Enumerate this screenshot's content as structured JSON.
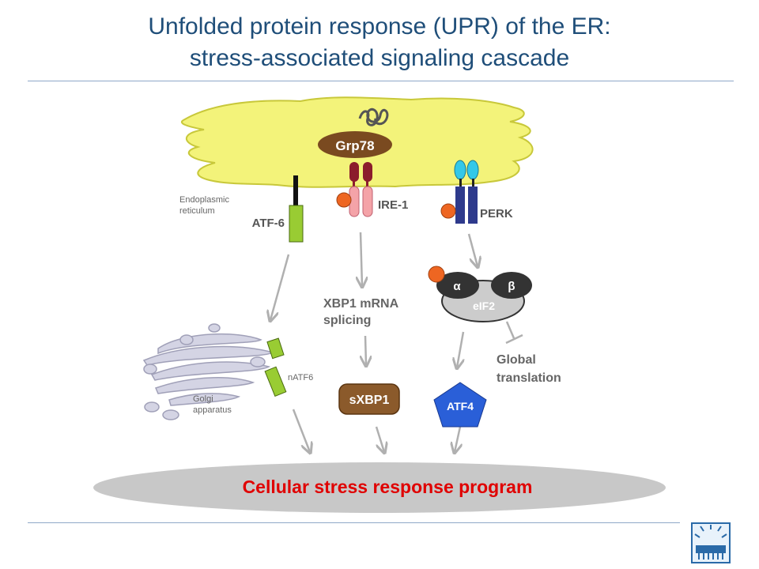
{
  "title": {
    "line1": "Unfolded protein response (UPR) of the ER:",
    "line2": "stress-associated signaling cascade"
  },
  "colors": {
    "title": "#1f4e79",
    "er_fill": "#f3f37a",
    "er_stroke": "#c8c83a",
    "atf6": "#99cc33",
    "ire1_body": "#f4a3a8",
    "ire1_head": "#8b1c2c",
    "perk_body": "#2e3a8c",
    "perk_head": "#33c8e8",
    "phospho": "#ee6622",
    "grp78": "#7a4a20",
    "sxbp1": "#8b5a2b",
    "atf4": "#2a5fd8",
    "eif2_sub": "#333333",
    "eif2_base": "#cccccc",
    "golgi": "#c8c8dc",
    "arrow": "#b0b0b0",
    "stress_oval": "#c8c8c8",
    "stress_text": "#e00000"
  },
  "labels": {
    "grp78": "Grp78",
    "er": "Endoplasmic reticulum",
    "atf6": "ATF-6",
    "ire1": "IRE-1",
    "perk": "PERK",
    "alpha": "α",
    "beta": "β",
    "eif2": "eIF2",
    "xbp1_line1": "XBP1 mRNA",
    "xbp1_line2": "splicing",
    "global_line1": "Global",
    "global_line2": "translation",
    "natf6": "nATF6",
    "golgi_line1": "Golgi",
    "golgi_line2": "apparatus",
    "sxbp1": "sXBP1",
    "atf4": "ATF4",
    "stress": "Cellular stress response program"
  }
}
